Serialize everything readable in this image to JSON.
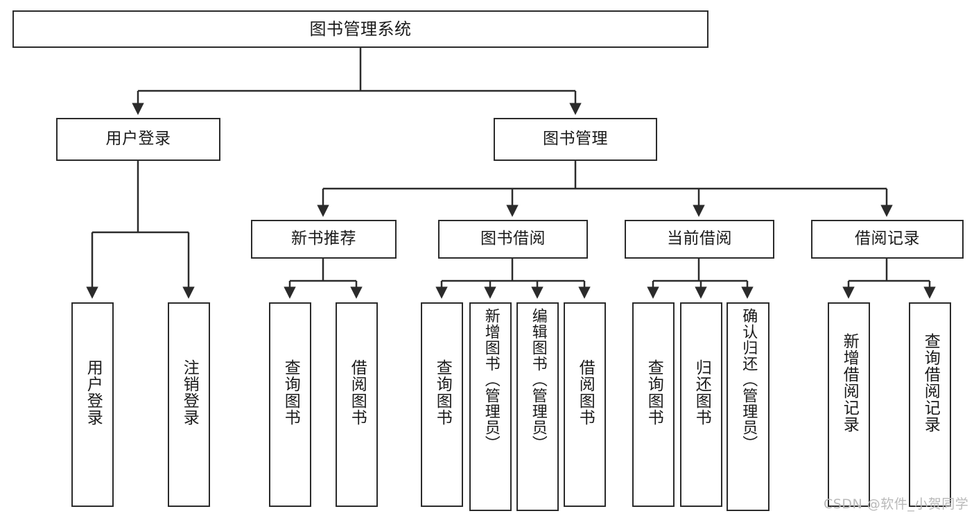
{
  "diagram": {
    "title": "图书管理系统",
    "type": "tree-hierarchy-chart",
    "watermark": "CSDN @软件_小贺同学",
    "colors": {
      "node_border": "#2b2b2b",
      "node_fill": "#ffffff",
      "edge": "#2b2b2b",
      "text": "#1a1a1a",
      "watermark": "#b9b9b9",
      "background": "#ffffff"
    }
  },
  "nodes": {
    "root": {
      "label": "图书管理系统"
    },
    "level2": [
      {
        "id": "user-login",
        "label": "用户登录"
      },
      {
        "id": "book-manage",
        "label": "图书管理"
      }
    ],
    "level3": [
      {
        "id": "new-book-recommend",
        "label": "新书推荐"
      },
      {
        "id": "book-borrow",
        "label": "图书借阅"
      },
      {
        "id": "current-borrow",
        "label": "当前借阅"
      },
      {
        "id": "borrow-record",
        "label": "借阅记录"
      }
    ],
    "leaves": {
      "user_login": [
        {
          "id": "leaf-user-login",
          "label": "用户登录"
        },
        {
          "id": "leaf-user-logout",
          "label": "注销登录"
        }
      ],
      "new_book_recommend": [
        {
          "id": "leaf-query-book-1",
          "label": "查询图书"
        },
        {
          "id": "leaf-borrow-book-1",
          "label": "借阅图书"
        }
      ],
      "book_borrow": [
        {
          "id": "leaf-query-book-2",
          "label": "查询图书"
        },
        {
          "id": "leaf-add-book",
          "label": "新增图书（管理员）"
        },
        {
          "id": "leaf-edit-book",
          "label": "编辑图书（管理员）"
        },
        {
          "id": "leaf-borrow-book-2",
          "label": "借阅图书"
        }
      ],
      "current_borrow": [
        {
          "id": "leaf-query-book-3",
          "label": "查询图书"
        },
        {
          "id": "leaf-return-book",
          "label": "归还图书"
        },
        {
          "id": "leaf-confirm-return",
          "label": "确认归还（管理员）"
        }
      ],
      "borrow_record": [
        {
          "id": "leaf-add-record",
          "label": "新增借阅记录"
        },
        {
          "id": "leaf-query-record",
          "label": "查询借阅记录"
        }
      ]
    }
  }
}
